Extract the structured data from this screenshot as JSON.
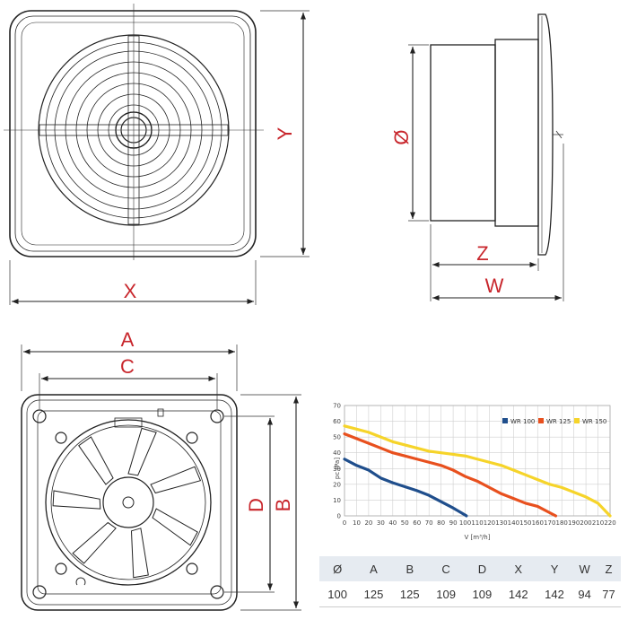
{
  "dimension_labels": {
    "x": "X",
    "y": "Y",
    "diameter": "Ø",
    "z": "Z",
    "w": "W",
    "a": "A",
    "c": "C",
    "d": "D",
    "b": "B"
  },
  "colors": {
    "dimension_text": "#c8262c",
    "wr100": "#1f4e8c",
    "wr125": "#e8501e",
    "wr150": "#f6d42a",
    "table_header": "#e6ebf1"
  },
  "chart_data": {
    "type": "line",
    "xlabel": "V [m³/h]",
    "ylabel": "pc [Pa]",
    "xlim": [
      0,
      220
    ],
    "ylim": [
      0,
      70
    ],
    "xticks": [
      0,
      10,
      20,
      30,
      40,
      50,
      60,
      70,
      80,
      90,
      100,
      110,
      120,
      130,
      140,
      150,
      160,
      170,
      180,
      190,
      200,
      210,
      220
    ],
    "yticks": [
      0,
      10,
      20,
      30,
      40,
      50,
      60,
      70
    ],
    "grid": true,
    "legend_position": "top-right",
    "series": [
      {
        "name": "WR 100",
        "color": "#1f4e8c",
        "x": [
          0,
          10,
          20,
          30,
          40,
          50,
          60,
          70,
          80,
          90,
          100,
          101
        ],
        "y": [
          36,
          32,
          29,
          24,
          21,
          18.5,
          16,
          13,
          9,
          5,
          0.5,
          0
        ]
      },
      {
        "name": "WR 125",
        "color": "#e8501e",
        "x": [
          0,
          10,
          20,
          30,
          40,
          50,
          60,
          70,
          80,
          90,
          100,
          110,
          120,
          130,
          140,
          150,
          160,
          170,
          175
        ],
        "y": [
          52,
          49,
          46,
          43,
          40,
          38,
          36,
          34,
          32,
          29,
          25,
          22,
          18,
          14,
          11,
          8,
          6,
          2,
          0
        ]
      },
      {
        "name": "WR 150",
        "color": "#f6d42a",
        "x": [
          0,
          10,
          20,
          30,
          40,
          50,
          60,
          70,
          80,
          90,
          100,
          110,
          120,
          130,
          140,
          150,
          160,
          170,
          180,
          190,
          200,
          210,
          220
        ],
        "y": [
          57,
          55,
          53,
          50,
          47,
          45,
          43,
          41,
          40,
          39,
          38,
          36,
          34,
          32,
          29,
          26,
          23,
          20,
          18,
          15,
          12,
          8,
          0
        ]
      }
    ]
  },
  "table": {
    "headers": [
      "Ø",
      "A",
      "B",
      "C",
      "D",
      "X",
      "Y",
      "W",
      "Z"
    ],
    "values": [
      "100",
      "125",
      "125",
      "109",
      "109",
      "142",
      "142",
      "94",
      "77"
    ]
  }
}
